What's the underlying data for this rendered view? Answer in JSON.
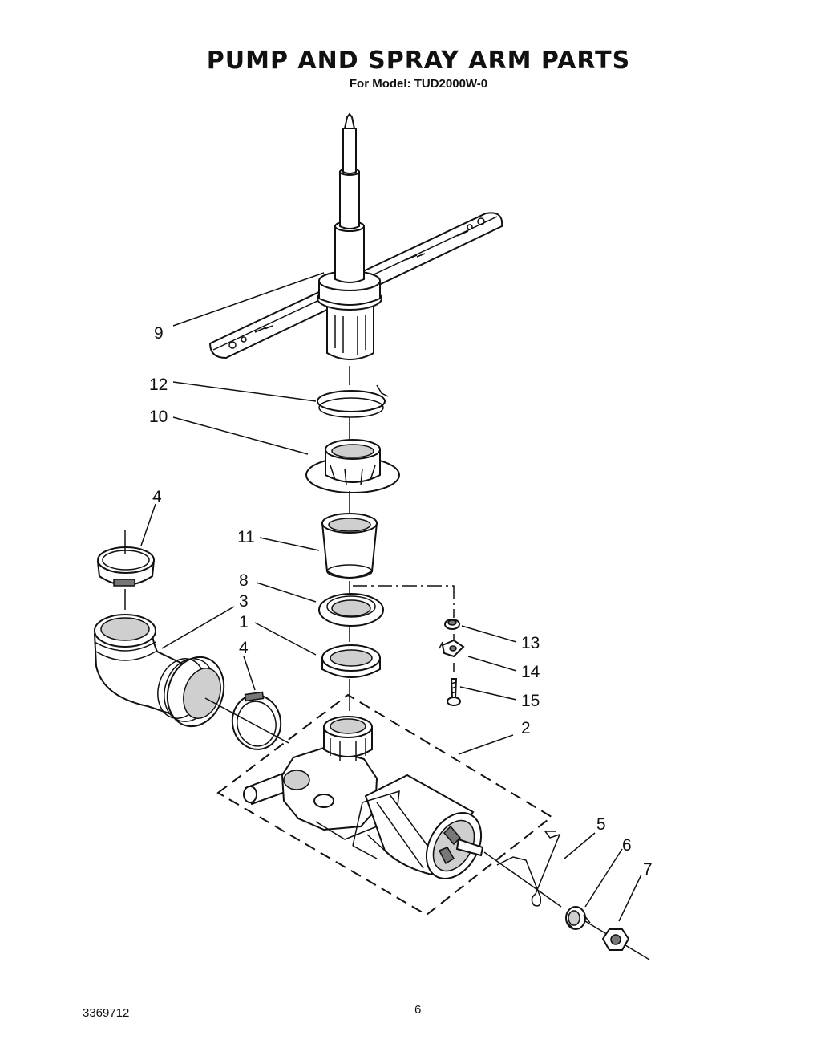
{
  "header": {
    "title": "PUMP AND SPRAY ARM PARTS",
    "subtitle": "For Model: TUD2000W-0"
  },
  "footer": {
    "doc_number": "3369712",
    "page_number": "6"
  },
  "callouts": {
    "c1": "1",
    "c2": "2",
    "c3": "3",
    "c4a": "4",
    "c4b": "4",
    "c5": "5",
    "c6": "6",
    "c7": "7",
    "c8": "8",
    "c9": "9",
    "c10": "10",
    "c11": "11",
    "c12": "12",
    "c13": "13",
    "c14": "14",
    "c15": "15"
  }
}
